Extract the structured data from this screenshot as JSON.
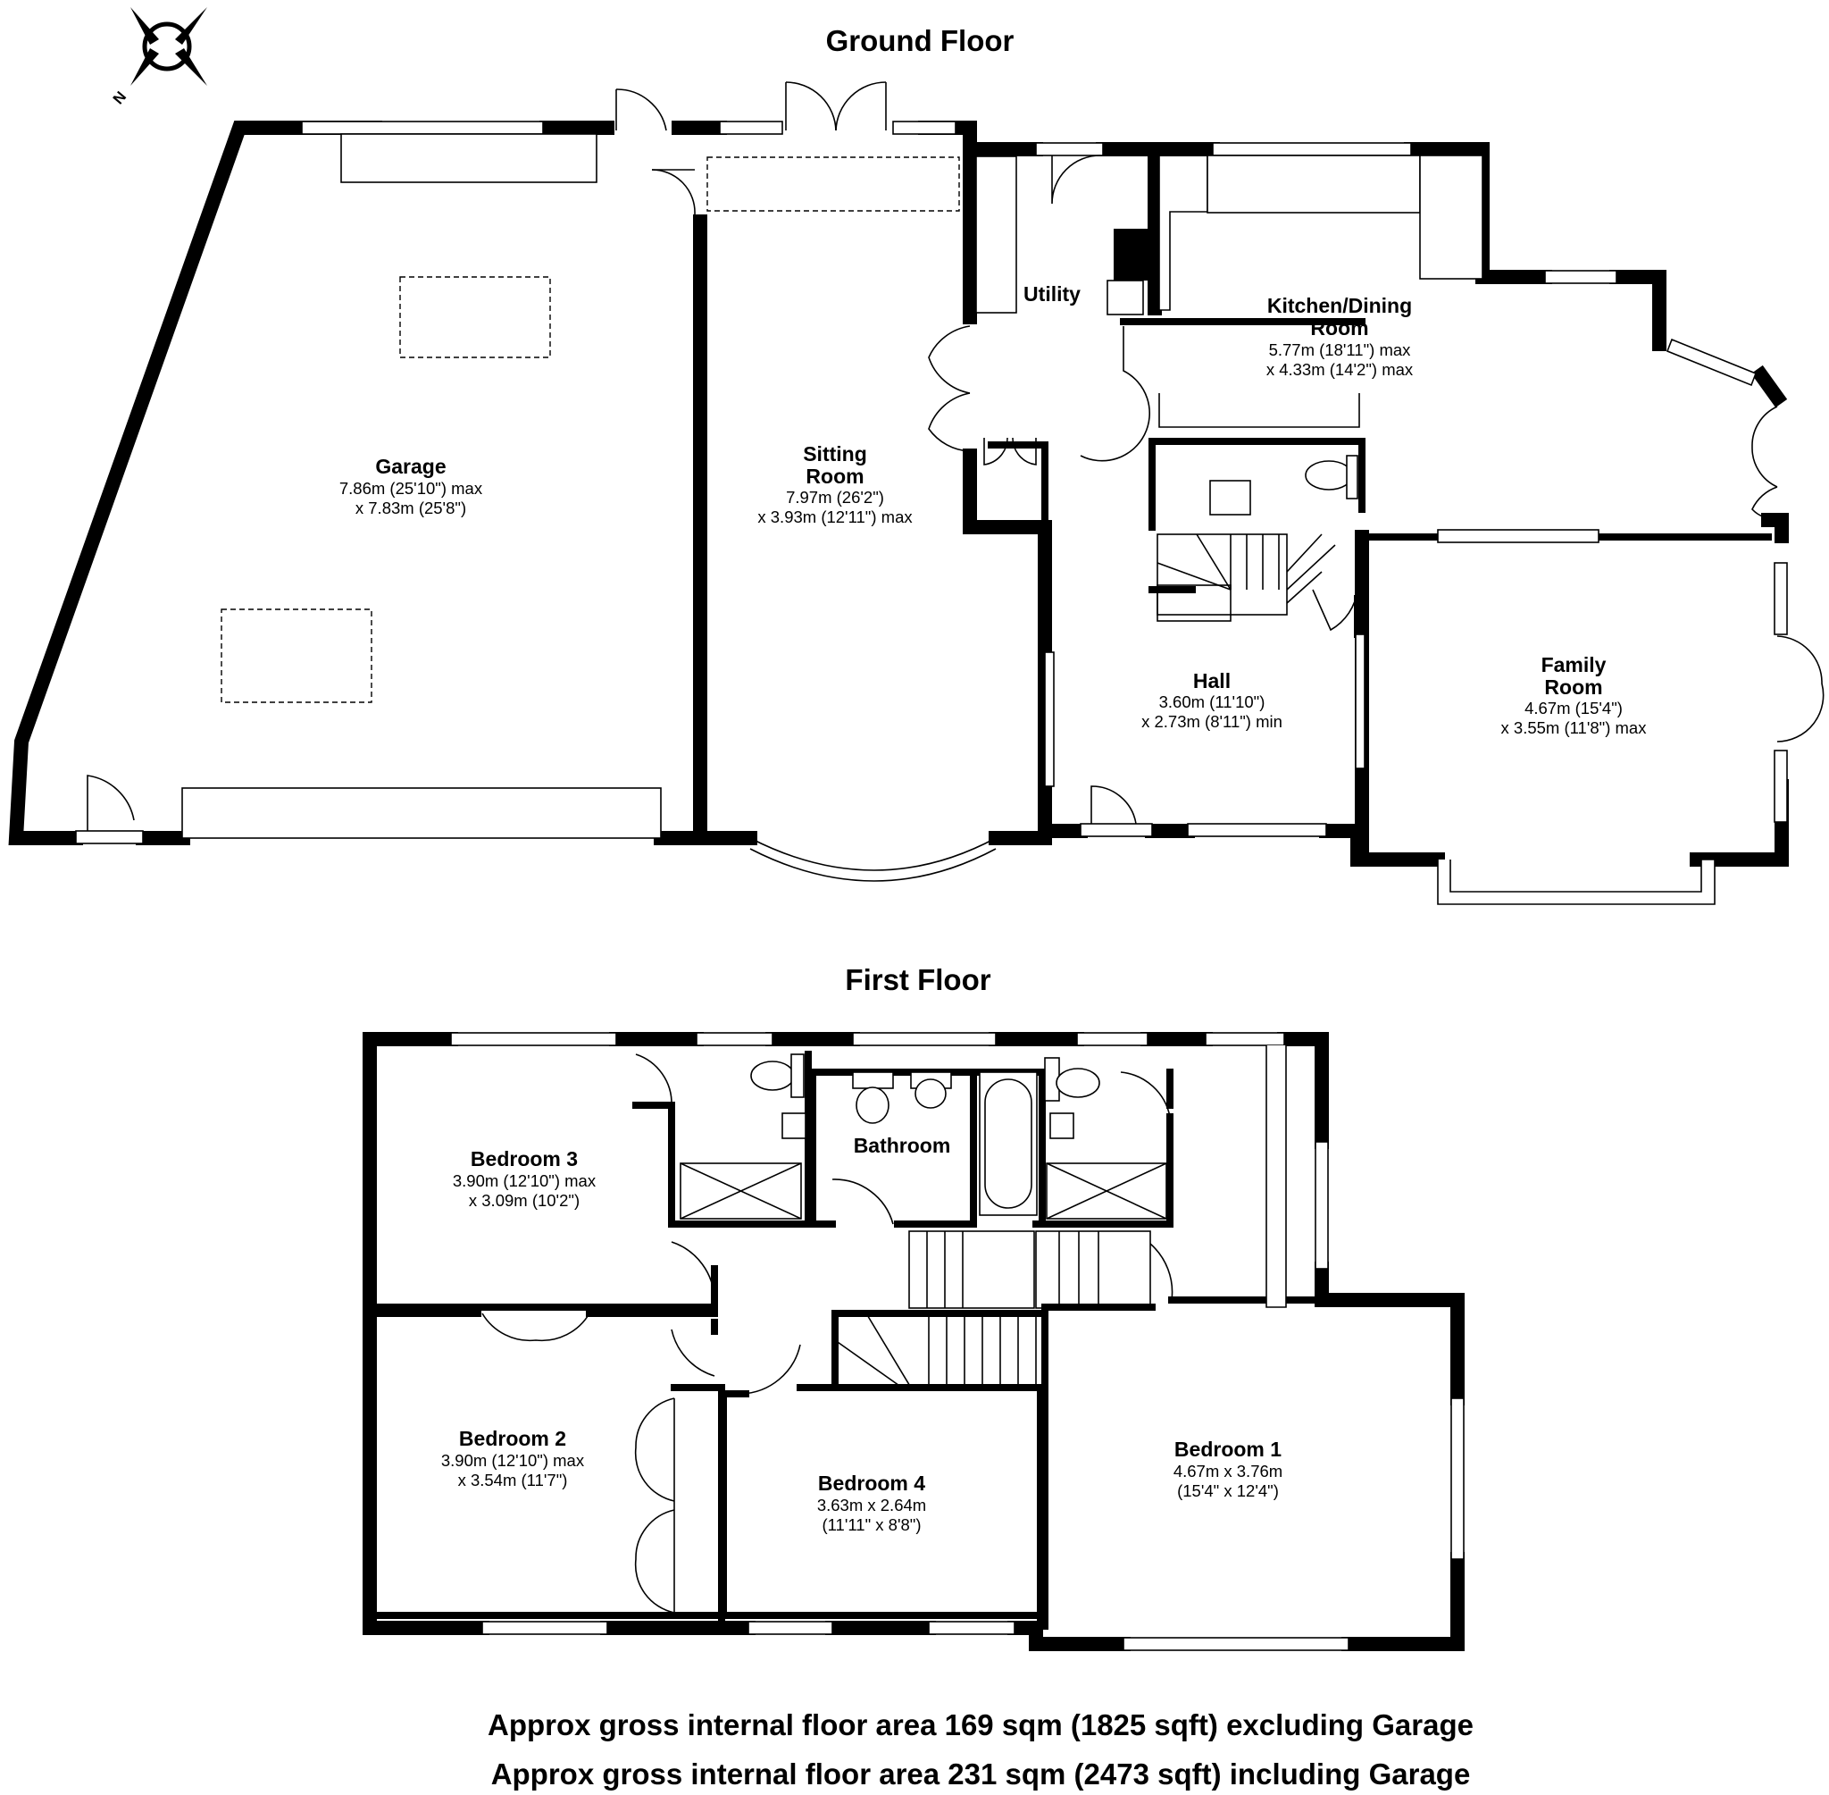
{
  "compass": {
    "north_label": "N",
    "icon": "compass-rose-icon"
  },
  "floors": {
    "ground": {
      "title": "Ground Floor",
      "rooms": {
        "garage": {
          "name": "Garage",
          "dims": [
            "7.86m (25'10\") max",
            "x 7.83m (25'8\")"
          ]
        },
        "sitting": {
          "name": [
            "Sitting",
            "Room"
          ],
          "dims": [
            "7.97m (26'2\")",
            "x 3.93m (12'11\") max"
          ]
        },
        "utility": {
          "name": "Utility"
        },
        "kitchen": {
          "name": [
            "Kitchen/Dining",
            "Room"
          ],
          "dims": [
            "5.77m (18'11\") max",
            "x 4.33m (14'2\") max"
          ]
        },
        "hall": {
          "name": "Hall",
          "dims": [
            "3.60m (11'10\")",
            "x 2.73m (8'11\") min"
          ]
        },
        "family": {
          "name": [
            "Family",
            "Room"
          ],
          "dims": [
            "4.67m (15'4\")",
            "x 3.55m (11'8\") max"
          ]
        }
      }
    },
    "first": {
      "title": "First Floor",
      "rooms": {
        "bed3": {
          "name": "Bedroom 3",
          "dims": [
            "3.90m (12'10\") max",
            "x 3.09m (10'2\")"
          ]
        },
        "bathroom": {
          "name": "Bathroom"
        },
        "bed2": {
          "name": "Bedroom 2",
          "dims": [
            "3.90m (12'10\") max",
            "x 3.54m (11'7\")"
          ]
        },
        "bed4": {
          "name": "Bedroom 4",
          "dims": [
            "3.63m x 2.64m",
            "(11'11\" x 8'8\")"
          ]
        },
        "bed1": {
          "name": "Bedroom 1",
          "dims": [
            "4.67m x 3.76m",
            "(15'4\" x 12'4\")"
          ]
        }
      }
    }
  },
  "footer": {
    "area_excluding": "Approx gross internal floor area 169 sqm (1825 sqft) excluding Garage",
    "area_including": "Approx gross internal floor area 231 sqm (2473 sqft) including Garage"
  }
}
